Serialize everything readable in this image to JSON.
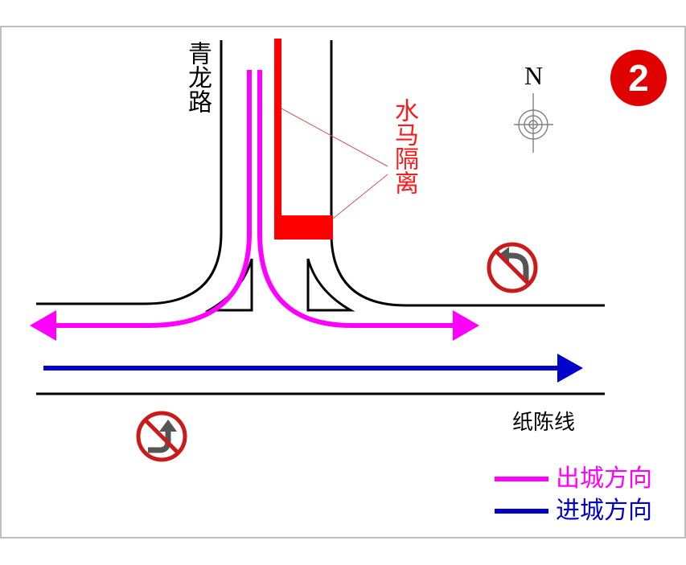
{
  "roads": {
    "qinglong": "青龙路",
    "zhichen": "纸陈线"
  },
  "barrier": {
    "label": "水马隔离"
  },
  "compass": {
    "north": "N"
  },
  "badge": {
    "number": "2"
  },
  "legend": {
    "items": [
      {
        "label": "出城方向",
        "color": "#ff00ff"
      },
      {
        "label": "进城方向",
        "color": "#0000cc"
      }
    ]
  },
  "colors": {
    "road_edge": "#000000",
    "outbound": "#ff00ff",
    "inbound": "#0000cc",
    "barrier": "#ff0000",
    "prohibition": "#cc1a1a",
    "turn_arrow": "#555555",
    "badge_bg": "#e00000"
  },
  "icons": [
    "no-left-turn-sign-icon",
    "no-right-turn-sign-icon",
    "compass-rose-icon"
  ]
}
